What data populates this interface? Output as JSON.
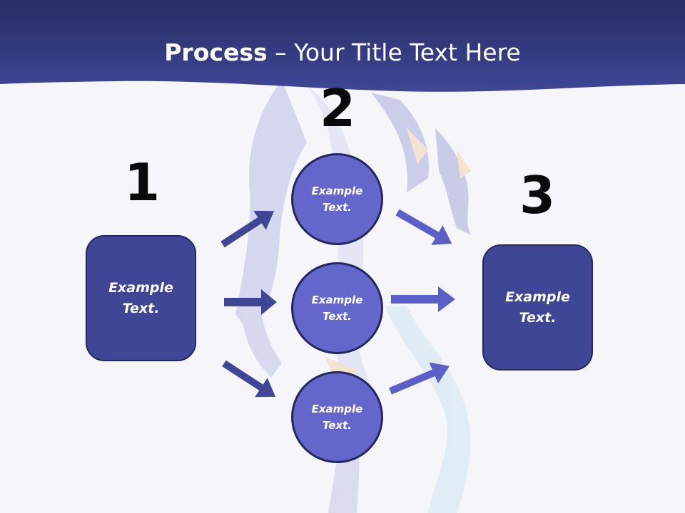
{
  "title": {
    "bold": "Process",
    "rest": " – Your Title Text Here"
  },
  "steps": [
    {
      "number": "1",
      "boxes": [
        {
          "text": "Example Text."
        }
      ]
    },
    {
      "number": "2",
      "boxes": [
        {
          "text": "Example Text."
        },
        {
          "text": "Example Text."
        },
        {
          "text": "Example Text."
        }
      ]
    },
    {
      "number": "3",
      "boxes": [
        {
          "text": "Example Text."
        }
      ]
    }
  ],
  "colors": {
    "header": "#2c336f",
    "box_fill": "#3f4696",
    "circle_fill": "#6466cc",
    "outline": "#23285e",
    "arrow_dark": "#3f4696",
    "arrow_light": "#5b5fc7"
  },
  "decorations": {
    "watermark": "dragon-illustration"
  }
}
